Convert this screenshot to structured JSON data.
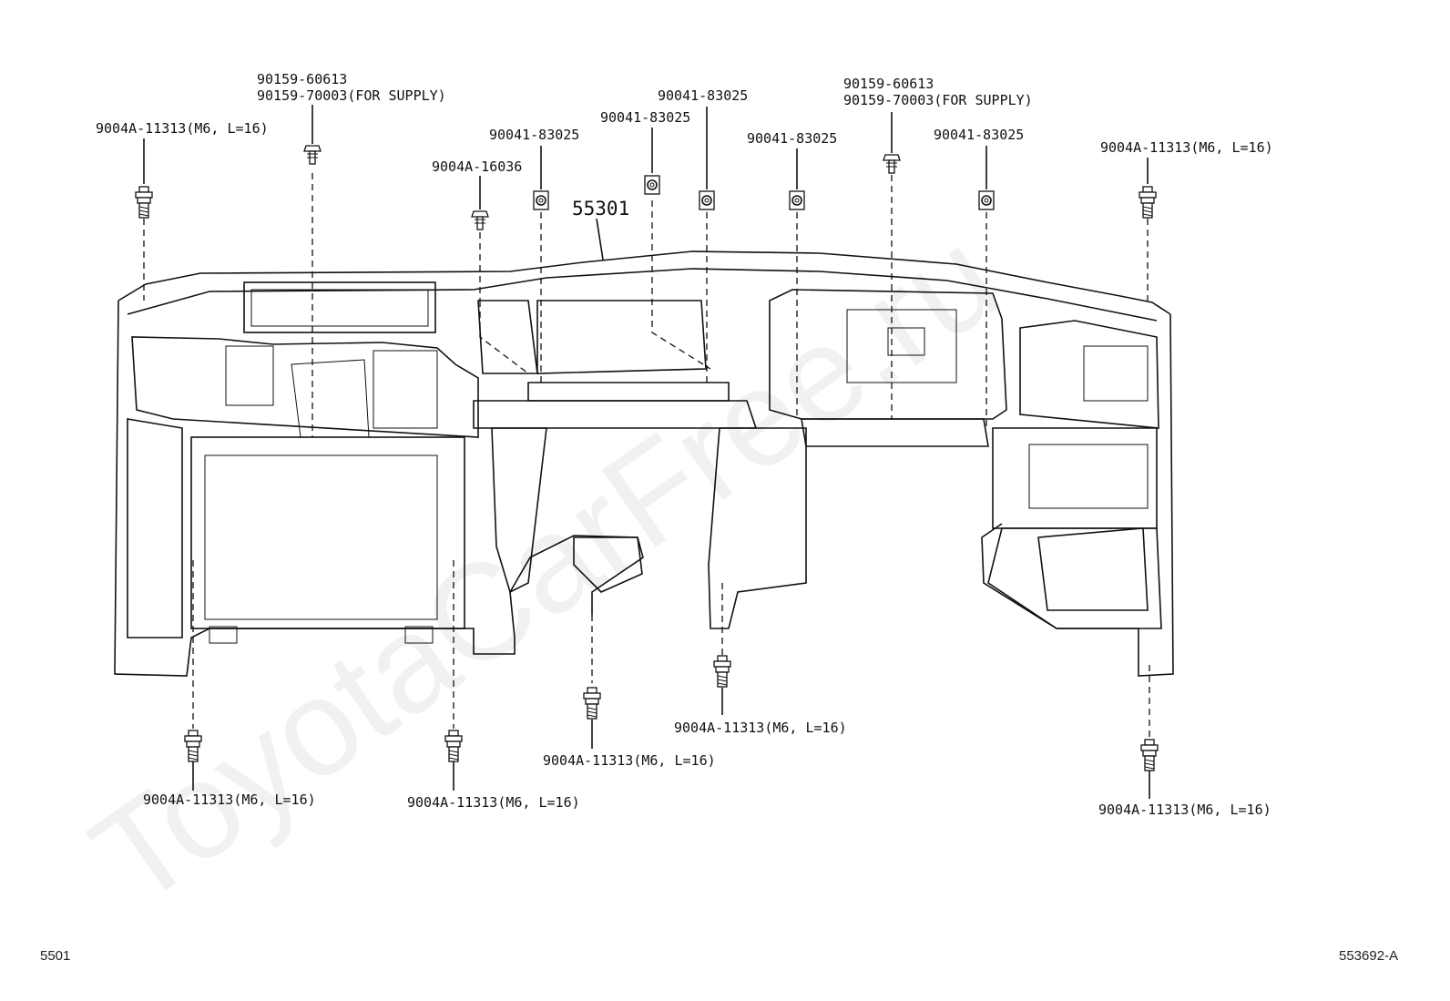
{
  "watermark": "ToyotaCarFree.ru",
  "main_part": "55301",
  "callouts": {
    "bolt_top_left": "9004A-11313(M6, L=16)",
    "clip_left_1": "90159-60613",
    "clip_left_2": "90159-70003(FOR SUPPLY)",
    "screw_16036": "9004A-16036",
    "nut_1": "90041-83025",
    "nut_2": "90041-83025",
    "nut_3": "90041-83025",
    "nut_4": "90041-83025",
    "nut_5": "90041-83025",
    "clip_right_1": "90159-60613",
    "clip_right_2": "90159-70003(FOR SUPPLY)",
    "bolt_top_right": "9004A-11313(M6, L=16)",
    "bolt_bottom_1": "9004A-11313(M6, L=16)",
    "bolt_bottom_2": "9004A-11313(M6, L=16)",
    "bolt_bottom_3": "9004A-11313(M6, L=16)",
    "bolt_bottom_4": "9004A-11313(M6, L=16)",
    "bolt_bottom_5": "9004A-11313(M6, L=16)"
  },
  "footer": {
    "page_code": "5501",
    "figure_code": "553692-A"
  }
}
